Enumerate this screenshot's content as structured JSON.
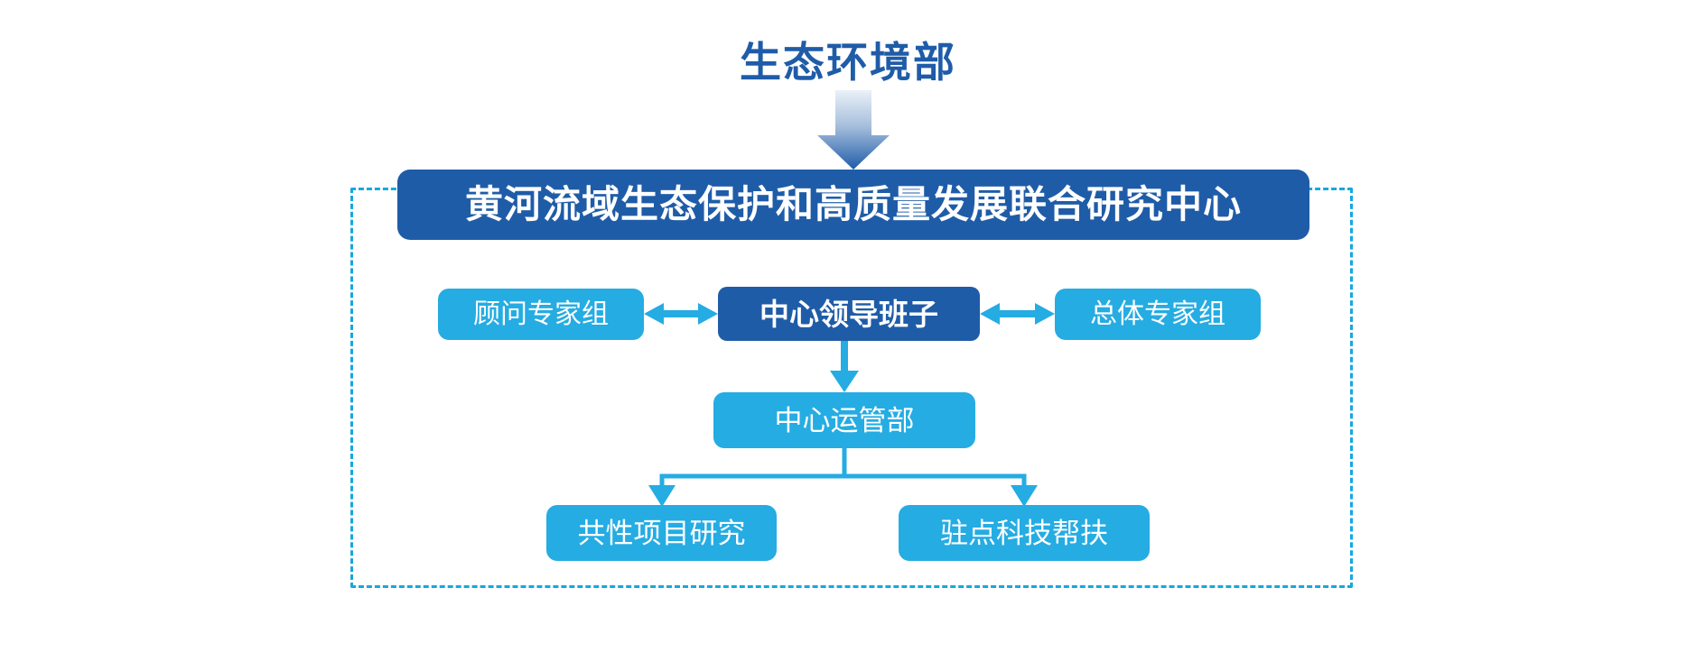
{
  "diagram": {
    "type": "organization-chart",
    "title_top": "生态环境部",
    "colors": {
      "dark_blue": "#1F5CA8",
      "light_blue": "#25ACE3",
      "dashed_border": "#16A7E0",
      "arrow_gradient_top": "#E8EFF7",
      "arrow_gradient_bottom": "#1F5CA8",
      "text_on_box": "#FFFFFF"
    },
    "header": {
      "label": "黄河流域生态保护和高质量发展联合研究中心",
      "style": "dark"
    },
    "row_leadership": {
      "left": {
        "label": "顾问专家组",
        "style": "light"
      },
      "center": {
        "label": "中心领导班子",
        "style": "dark"
      },
      "right": {
        "label": "总体专家组",
        "style": "light"
      }
    },
    "row_operations": {
      "center": {
        "label": "中心运管部",
        "style": "light"
      }
    },
    "row_units": [
      {
        "label": "共性项目研究",
        "style": "light"
      },
      {
        "label": "驻点科技帮扶",
        "style": "light"
      }
    ],
    "connectors": [
      {
        "name": "ministry-to-header",
        "kind": "down-arrow-gradient"
      },
      {
        "name": "advisory-to-leadership",
        "kind": "double-arrow-horizontal"
      },
      {
        "name": "leadership-to-general",
        "kind": "double-arrow-horizontal"
      },
      {
        "name": "leadership-to-operations",
        "kind": "down-arrow"
      },
      {
        "name": "operations-to-common",
        "kind": "elbow-down-arrow"
      },
      {
        "name": "operations-to-support",
        "kind": "elbow-down-arrow"
      }
    ]
  }
}
